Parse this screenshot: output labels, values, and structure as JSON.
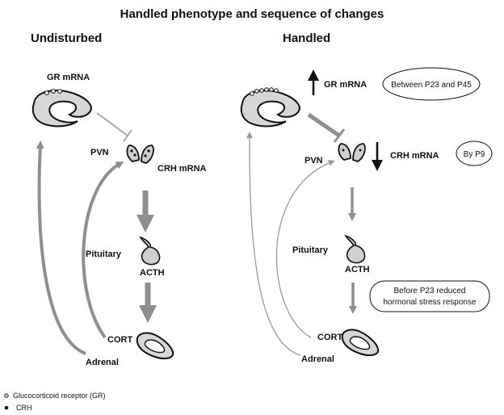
{
  "title": "Handled phenotype and sequence of changes",
  "panels": {
    "undisturbed": {
      "heading": "Undisturbed",
      "gr_mrna": "GR mRNA",
      "pvn": "PVN",
      "crh_mrna": "CRH mRNA",
      "pituitary": "Pituitary",
      "acth": "ACTH",
      "cort": "CORT",
      "adrenal": "Adrenal"
    },
    "handled": {
      "heading": "Handled",
      "gr_mrna": "GR mRNA",
      "pvn": "PVN",
      "crh_mrna": "CRH mRNA",
      "pituitary": "Pituitary",
      "acth": "ACTH",
      "cort": "CORT",
      "adrenal": "Adrenal",
      "note_gr": "Between P23 and P45",
      "note_crh": "By P9",
      "note_stress_line1": "Before P23 reduced",
      "note_stress_line2": "hormonal  stress response"
    }
  },
  "legend": {
    "gr": "Glucocorticoid receptor (GR)",
    "crh": "CRH"
  },
  "colors": {
    "arrow_gray": "#8f8f8f",
    "arrow_light": "#b0b0b0",
    "dark": "#111111",
    "fill_gray": "#cfcfcf"
  }
}
